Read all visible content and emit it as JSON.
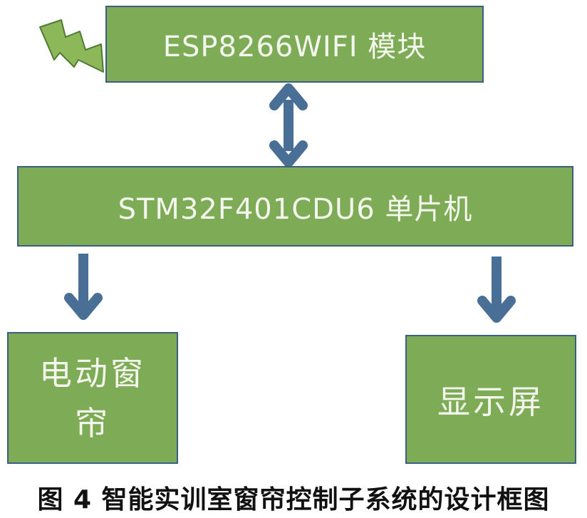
{
  "nodes": {
    "wifi_module": "ESP8266WIFI 模块",
    "mcu": "STM32F401CDU6 单片机",
    "curtain": "电动窗帘",
    "display": "显示屏"
  },
  "edges": [
    {
      "from": "mcu",
      "to": "wifi_module",
      "direction": "bidirectional"
    },
    {
      "from": "mcu",
      "to": "curtain",
      "direction": "forward"
    },
    {
      "from": "mcu",
      "to": "display",
      "direction": "forward"
    }
  ],
  "caption": "图 4 智能实训室窗帘控制子系统的设计框图",
  "colors": {
    "box_fill": "#7eab55",
    "box_border": "#3b5f82",
    "arrow": "#4a6f96",
    "lightning": "#8db85a"
  },
  "icons": {
    "wireless": "lightning-bolt-icon"
  }
}
